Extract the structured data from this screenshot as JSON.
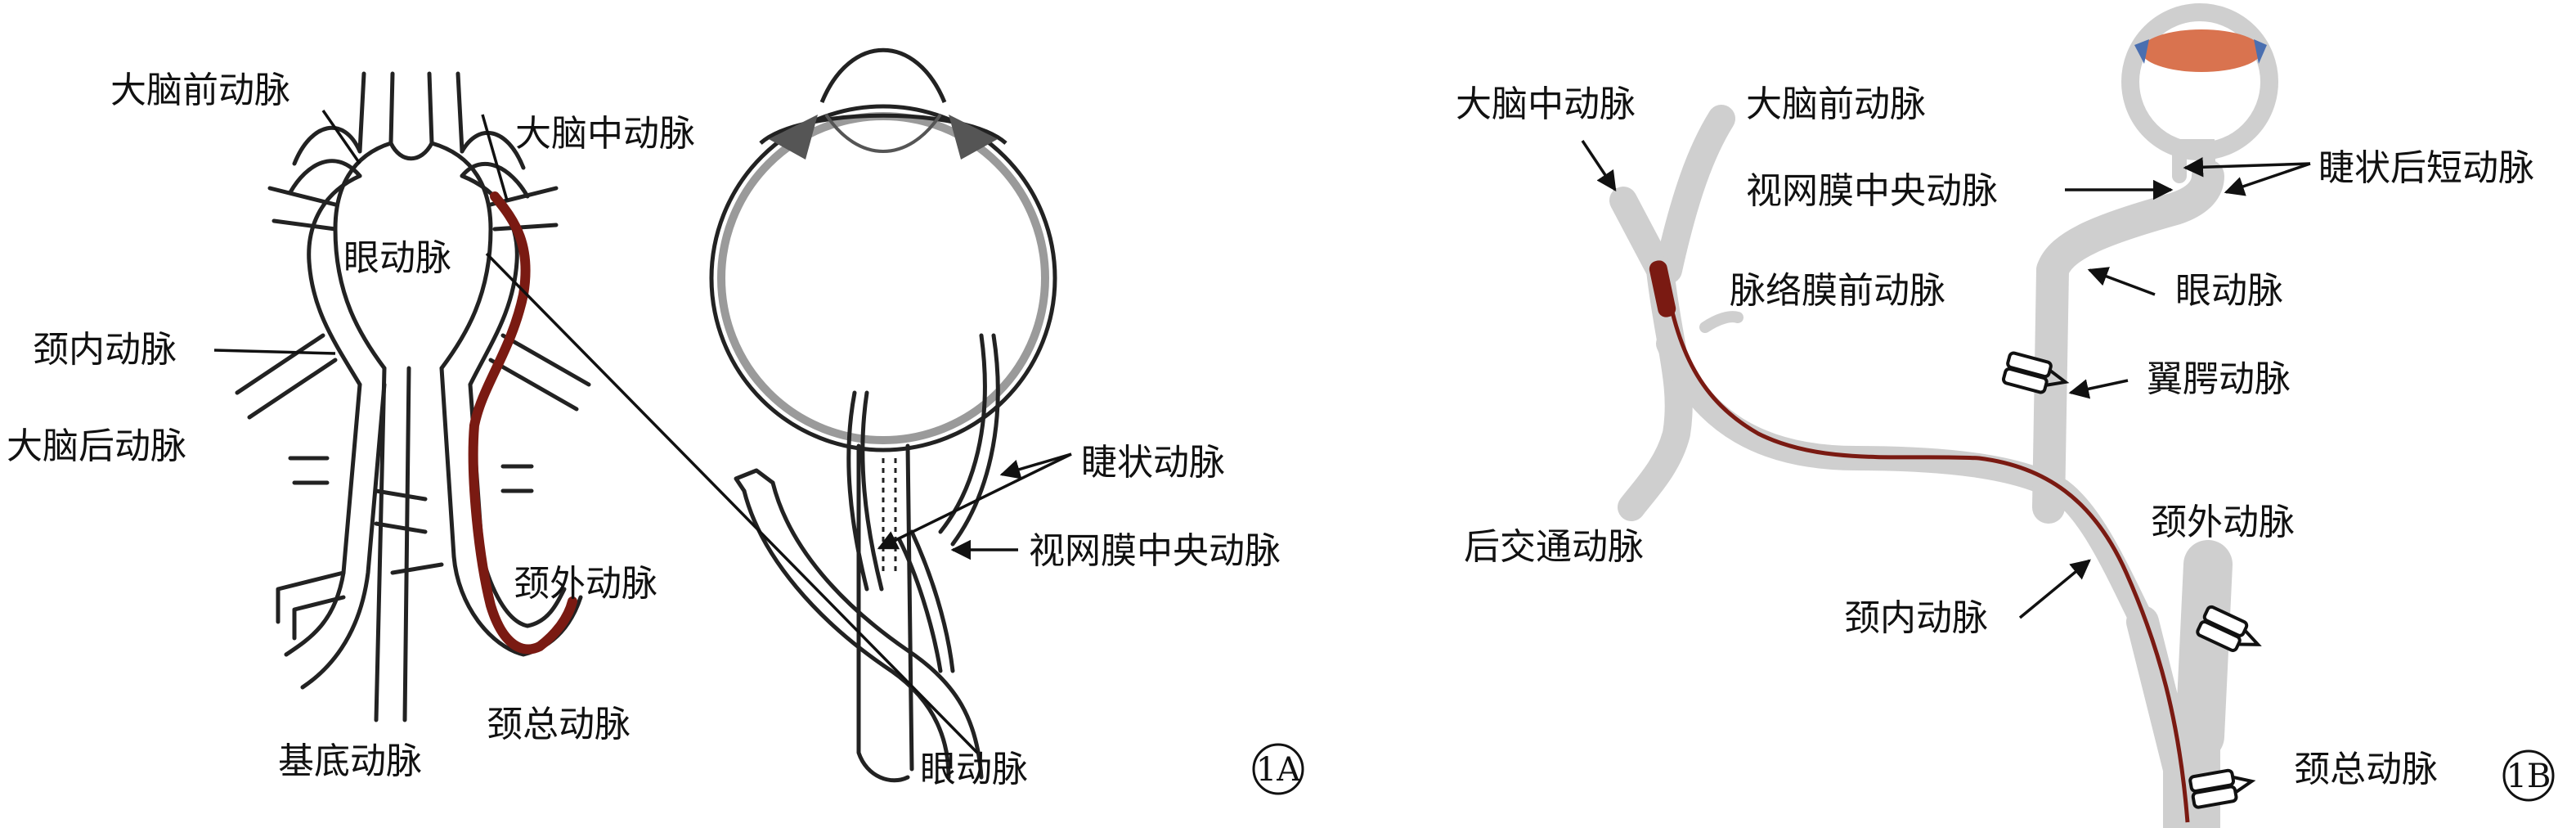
{
  "panel_a": {
    "badge": "1A",
    "labels": {
      "anterior_cerebral": "大脑前动脉",
      "middle_cerebral": "大脑中动脉",
      "ophthalmic_inner": "眼动脉",
      "internal_carotid": "颈内动脉",
      "posterior_cerebral": "大脑后动脉",
      "external_carotid": "颈外动脉",
      "common_carotid": "颈总动脉",
      "basilar": "基底动脉",
      "ciliary": "睫状动脉",
      "central_retinal": "视网膜中央动脉",
      "ophthalmic_outer": "眼动脉"
    }
  },
  "panel_b": {
    "badge": "1B",
    "labels": {
      "middle_cerebral": "大脑中动脉",
      "anterior_cerebral": "大脑前动脉",
      "central_retinal": "视网膜中央动脉",
      "posterior_ciliary_short": "睫状后短动脉",
      "ophthalmic": "眼动脉",
      "anterior_choroidal": "脉络膜前动脉",
      "pterygopalatine": "翼腭动脉",
      "posterior_communicating": "后交通动脉",
      "external_carotid": "颈外动脉",
      "internal_carotid": "颈内动脉",
      "common_carotid": "颈总动脉"
    }
  },
  "colors": {
    "catheter": "#7a1a12",
    "vessel_gray": "#cfcfcf",
    "lens": "#d9734f",
    "ciliary_body": "#4a6fb0"
  }
}
